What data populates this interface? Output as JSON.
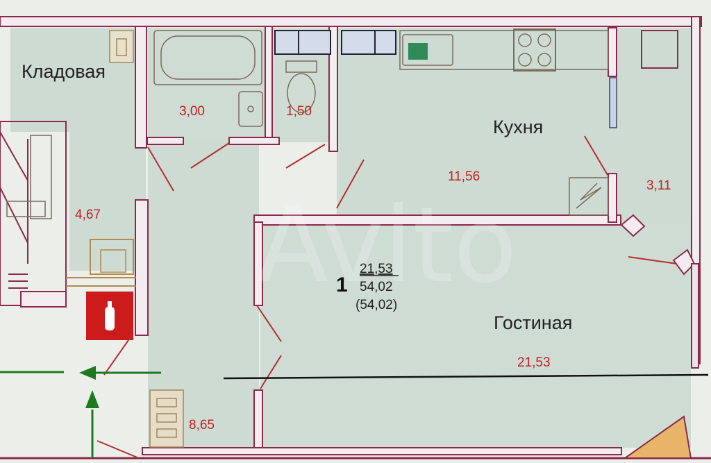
{
  "apartment": {
    "number": "1",
    "living_area": "21,53",
    "total_area": "54,02",
    "total_area_alt": "(54,02)"
  },
  "rooms": {
    "storage": {
      "name": "Кладовая"
    },
    "kitchen": {
      "name": "Кухня",
      "area": "11,56"
    },
    "living": {
      "name": "Гостиная",
      "area": "21,53"
    },
    "bathroom": {
      "area": "3,00"
    },
    "toilet": {
      "area": "1,50"
    },
    "hall": {
      "area": "4,67"
    },
    "corridor": {
      "area": "8,65"
    },
    "balcony": {
      "area": "3,11"
    }
  },
  "watermark": "Avito",
  "colors": {
    "floor": "#cddbd3",
    "wall_outline": "#8a2a4a",
    "area_text": "#c42020",
    "fire_box": "#cc1b1b",
    "arrow": "#1f7a1f"
  }
}
